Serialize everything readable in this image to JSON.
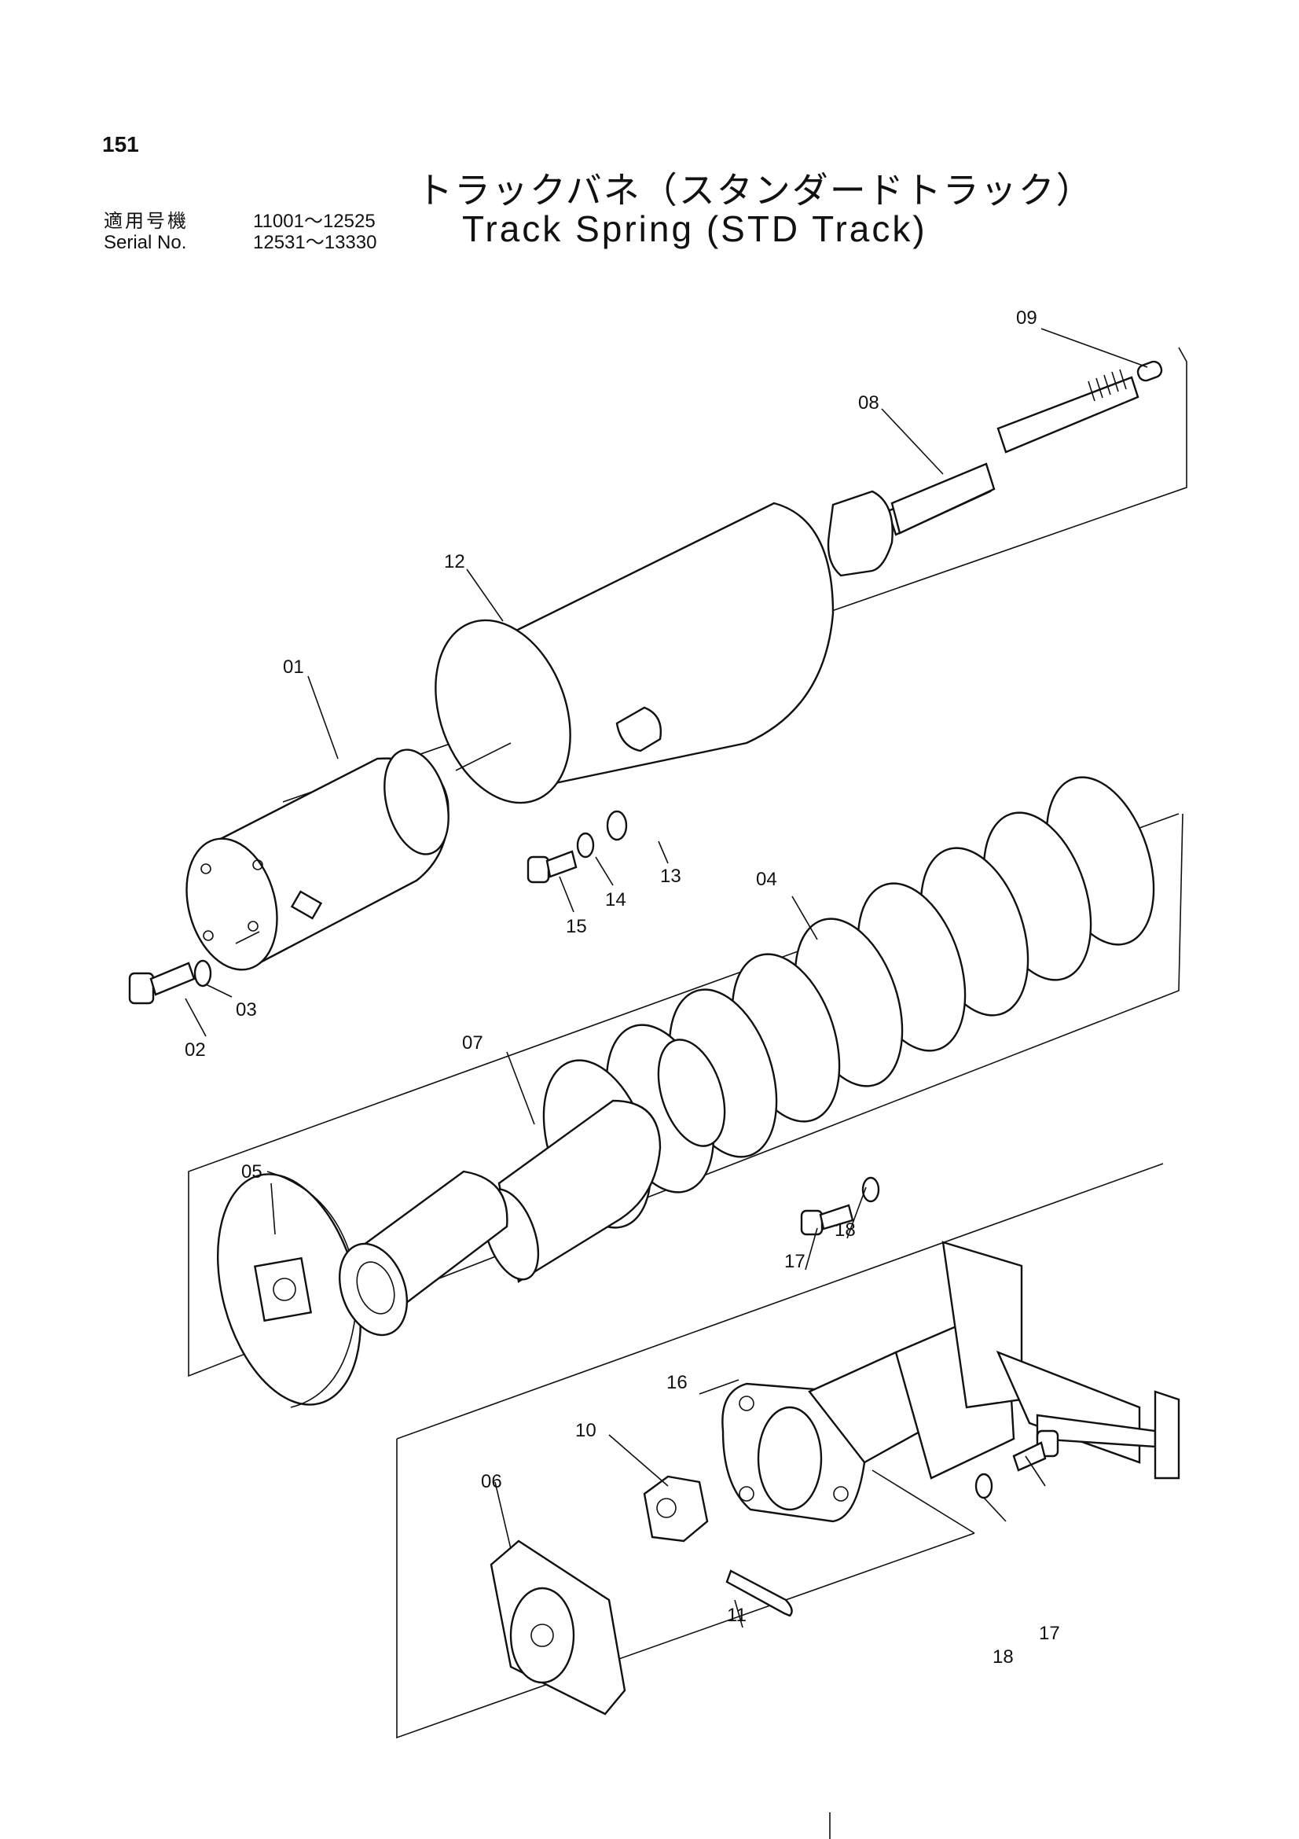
{
  "header": {
    "page_number": "151",
    "title_japanese": "トラックバネ（スタンダードトラック）",
    "title_english": "Track Spring (STD Track)",
    "serial_label_japanese": "適用号機",
    "serial_label_english": "Serial No.",
    "serial_range_1": "11001～12525",
    "serial_range_2": "12531～13330"
  },
  "callouts": {
    "p01": "01",
    "p02": "02",
    "p03": "03",
    "p04": "04",
    "p05": "05",
    "p06": "06",
    "p07": "07",
    "p08": "08",
    "p09": "09",
    "p10": "10",
    "p11": "11",
    "p12": "12",
    "p13": "13",
    "p14": "14",
    "p15": "15",
    "p16": "16",
    "p17a": "17",
    "p17b": "17",
    "p18a": "18",
    "p18b": "18"
  }
}
